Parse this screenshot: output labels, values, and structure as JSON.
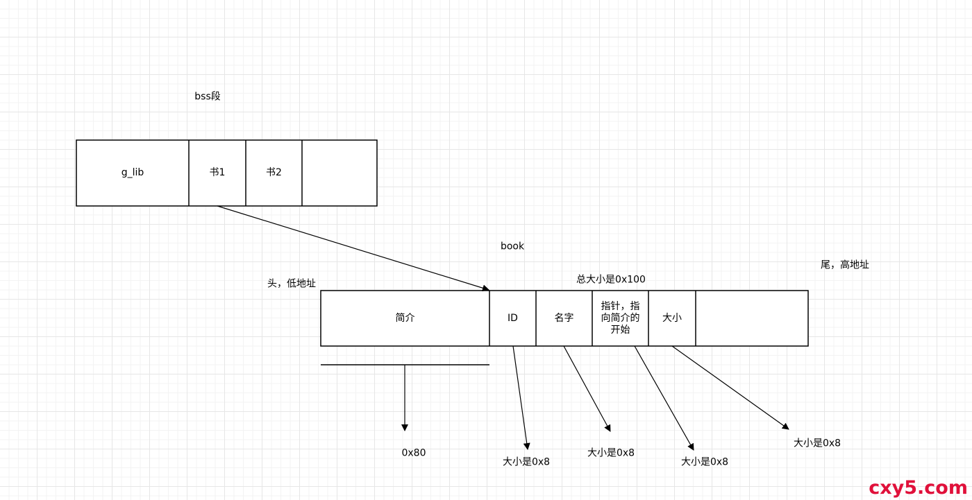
{
  "title": "bss段",
  "bss": {
    "cells": [
      "g_lib",
      "书1",
      "书2",
      ""
    ]
  },
  "book": {
    "label": "book",
    "total_size": "总大小是0x100",
    "head_label": "头，低地址",
    "tail_label": "尾，高地址",
    "cells": [
      "简介",
      "ID",
      "名字",
      "指针，指向简介的开始",
      "大小",
      ""
    ]
  },
  "sizes": {
    "intro": "0x80",
    "id": "大小是0x8",
    "name": "大小是0x8",
    "pointer": "大小是0x8",
    "size": "大小是0x8"
  },
  "watermark": "cxy5.com",
  "colors": {
    "stroke": "#000000",
    "grid": "#e6e6e6",
    "watermark": "#e0103a"
  }
}
